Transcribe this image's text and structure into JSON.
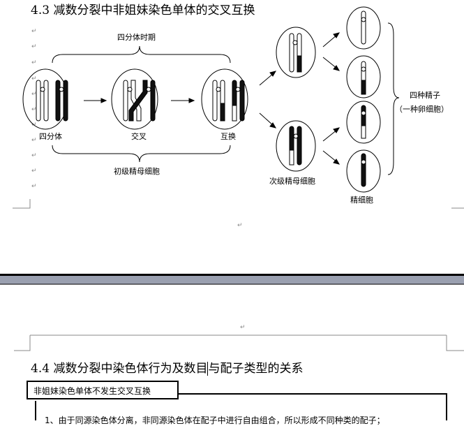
{
  "section43": {
    "title": "4.3 减数分裂中非姐妹染色单体的交叉互换",
    "labels": {
      "tetrad_period": "四分体时期",
      "tetrad": "四分体",
      "crossover": "交叉",
      "exchange": "互换",
      "primary_spermatocyte": "初级精母细胞",
      "secondary_spermatocyte": "次级精母细胞",
      "spermatid": "精细胞",
      "four_sperm": "四种精子",
      "one_egg": "（一种卵细胞）"
    }
  },
  "paragraph_mark": "↵",
  "section44": {
    "title_a": "4.4 减数分裂中染色体行为及数目",
    "title_b": "与配子类型的关系",
    "callout": "非姐妹染色单体不发生交叉互换",
    "body_line": "1、由于同源染色体分离，非同源染色体在配子中进行自由组合，所以形成不同种类的配子；"
  },
  "colors": {
    "page_break_band": "#9aa0b0",
    "chromatid_dark": "#111100"
  }
}
